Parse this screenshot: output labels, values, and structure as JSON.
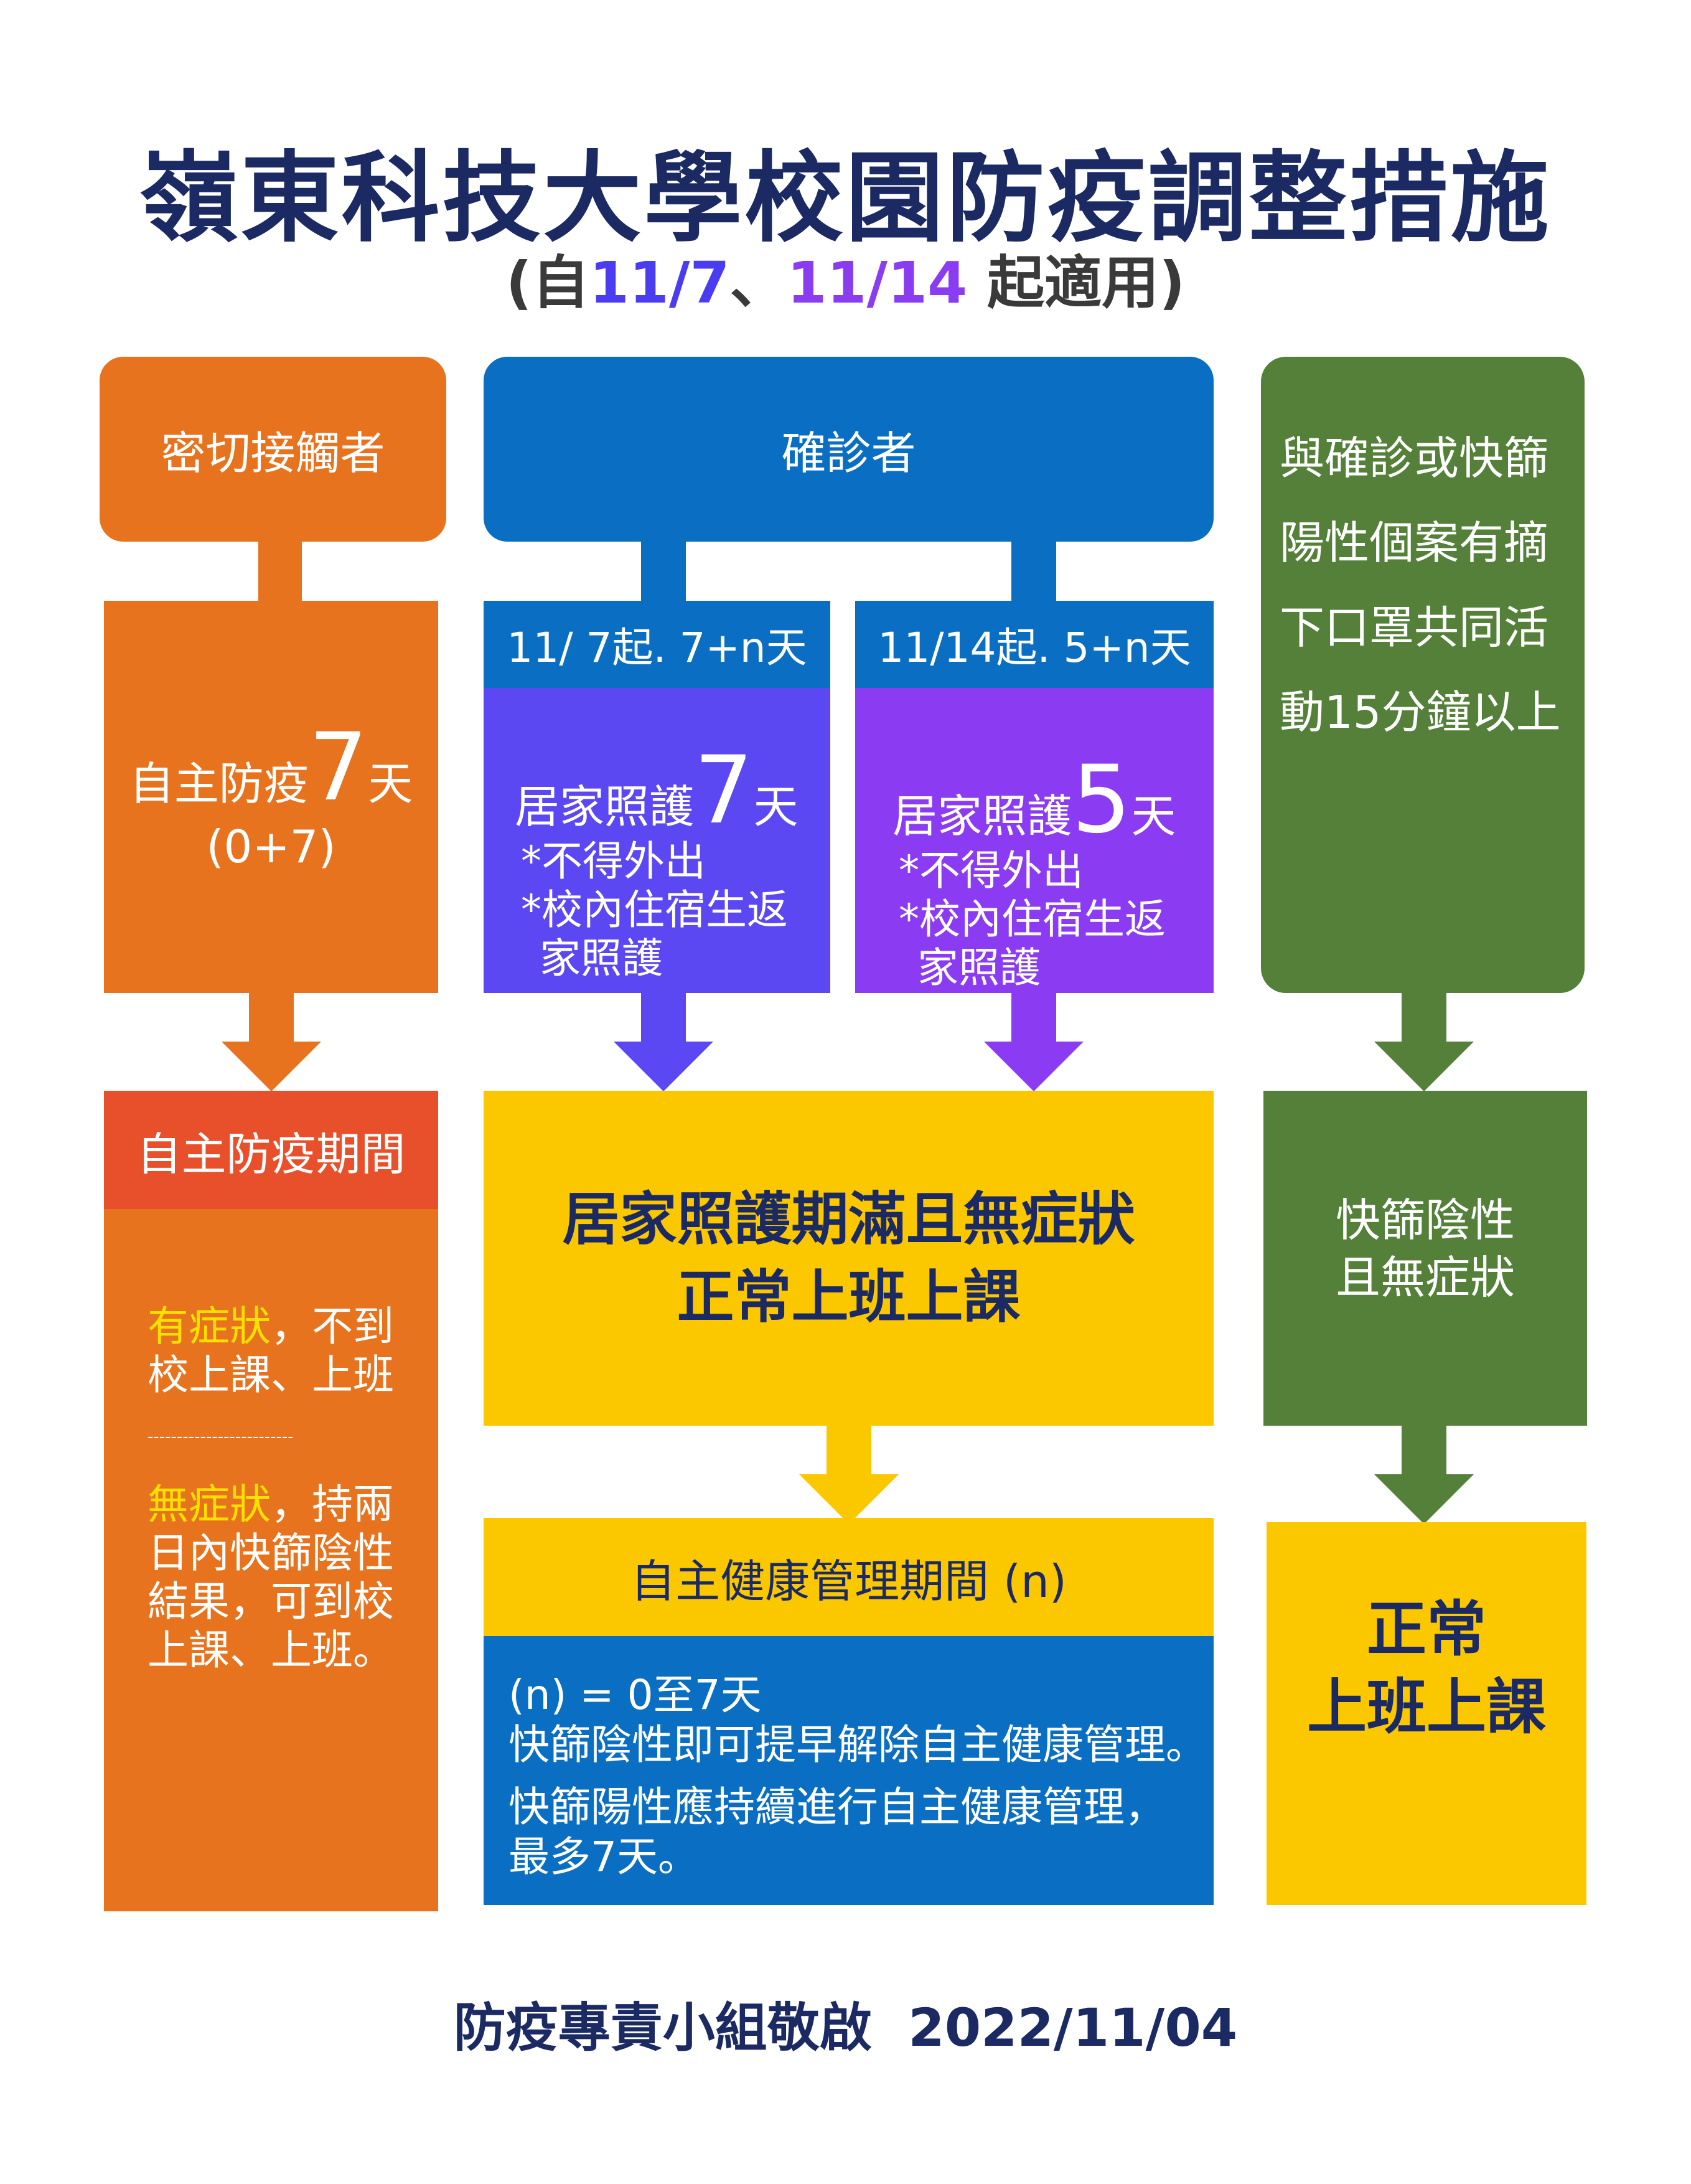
{
  "title": "嶺東科技大學校園防疫調整措施",
  "subtitle": {
    "open": "(自",
    "date1": "11/7",
    "sep": "、",
    "date2": "11/14",
    "close": " 起適用)"
  },
  "colors": {
    "orange": "#e8731f",
    "red": "#e7502a",
    "blue": "#0a6ec3",
    "violet": "#5b48f2",
    "purple": "#8b3cf2",
    "yellow": "#fbc800",
    "green": "#54803a",
    "navy": "#1b2a63"
  },
  "col1": {
    "header": "密切接觸者",
    "box_main": "自主防疫",
    "box_num": "7",
    "box_unit": "天",
    "box_sub": "(0+7)",
    "period_title": "自主防疫期間",
    "rule1_hl": "有症狀",
    "rule1_a": "，不到",
    "rule1_b": "校上課、上班",
    "divider": "-------------------------",
    "rule2_hl": "無症狀",
    "rule2_a": "，持兩",
    "rule2_b": "日內快篩陰性",
    "rule2_c": "結果，可到校",
    "rule2_d": "上課、上班。"
  },
  "col2": {
    "header": "確診者",
    "sub_a": "11/ 7起. 7+n天",
    "sub_b": "11/14起. 5+n天",
    "care_main": "居家照護",
    "care_num_a": "7",
    "care_num_b": "5",
    "care_unit": "天",
    "note1": "*不得外出",
    "note2": "*校內住宿生返",
    "note3": "家照護",
    "result1": "居家照護期滿且無症狀",
    "result2": "正常上班上課",
    "mgmt_title": "自主健康管理期間 (n)",
    "mgmt1": "(n) = 0至7天",
    "mgmt2": "快篩陰性即可提早解除自主健康管理。",
    "mgmt3": "快篩陽性應持續進行自主健康管理，",
    "mgmt4": "最多7天。"
  },
  "col3": {
    "line1": "與確診或快篩",
    "line2": "陽性個案有摘",
    "line3": "下口罩共同活",
    "line4": "動15分鐘以上",
    "neg1": "快篩陰性",
    "neg2": "且無症狀",
    "final1": "正常",
    "final2": "上班上課"
  },
  "footer": "防疫專責小組敬啟  2022/11/04"
}
